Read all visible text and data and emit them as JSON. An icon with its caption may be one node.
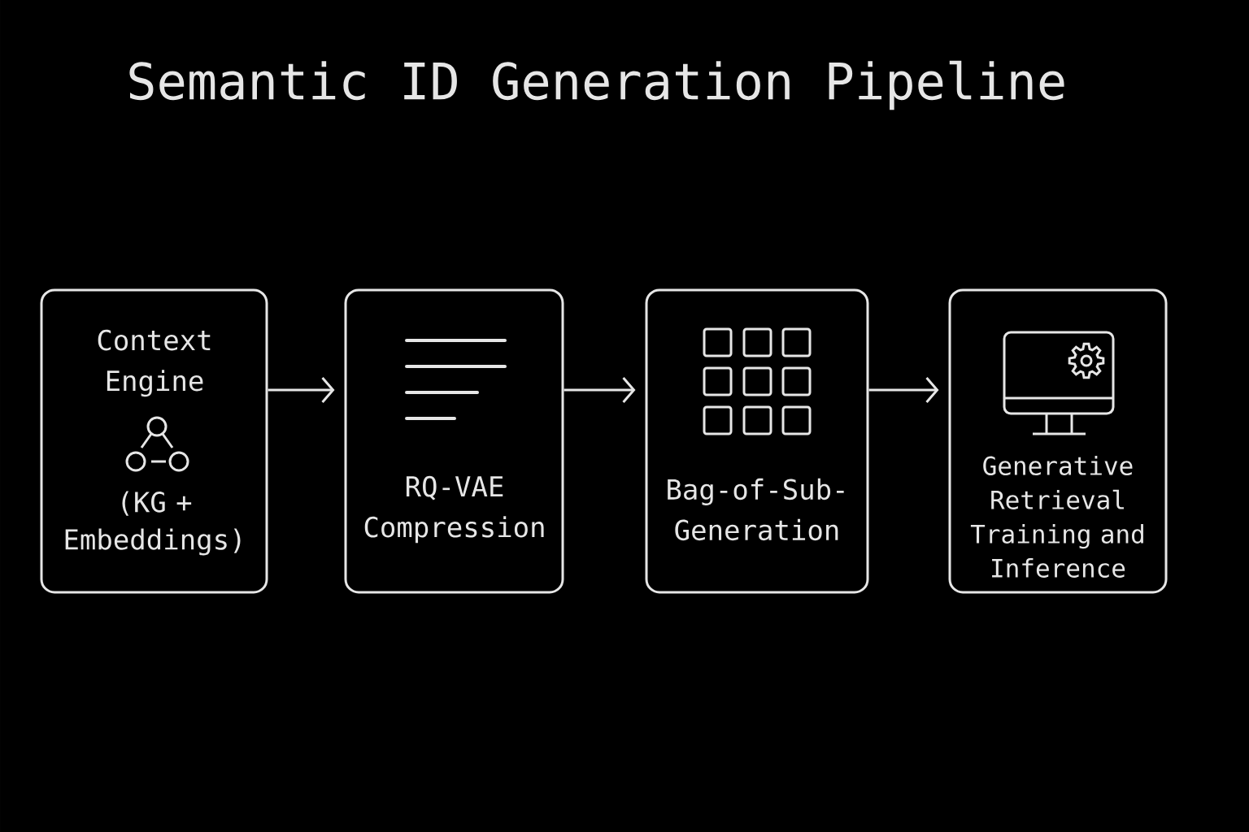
{
  "diagram": {
    "title": "Semantic ID Generation Pipeline",
    "nodes": [
      {
        "text": [
          "Context Engine",
          "(KG + Embeddings)"
        ]
      },
      {
        "text": [
          "RQ-VAE Compression"
        ]
      },
      {
        "text": [
          "Bag-of-Sub- Generation"
        ]
      },
      {
        "text": [
          "Generative Retrieval Training and Inference"
        ]
      }
    ],
    "edges": [
      {
        "from": 0,
        "to": 1,
        "arrow": "to"
      },
      {
        "from": 1,
        "to": 2,
        "arrow": "to"
      },
      {
        "from": 2,
        "to": 3,
        "arrow": "to"
      }
    ]
  }
}
